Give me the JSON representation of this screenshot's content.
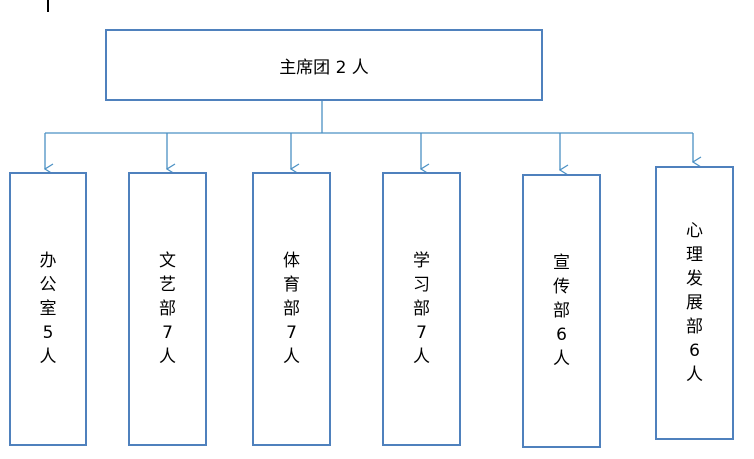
{
  "colors": {
    "box_border": "#4f81bd",
    "connector": "#4a90c4"
  },
  "top": {
    "label": "主席团 2 人"
  },
  "departments": [
    {
      "chars": [
        "办",
        "公",
        "室",
        "5",
        "人"
      ]
    },
    {
      "chars": [
        "文",
        "艺",
        "部",
        "7",
        "人"
      ]
    },
    {
      "chars": [
        "体",
        "育",
        "部",
        "7",
        "人"
      ]
    },
    {
      "chars": [
        "学",
        "习",
        "部",
        "7",
        "人"
      ]
    },
    {
      "chars": [
        "宣",
        "传",
        "部",
        "6",
        "人"
      ]
    },
    {
      "chars": [
        "心",
        "理",
        "发",
        "展",
        "部",
        "6",
        "人"
      ]
    }
  ]
}
